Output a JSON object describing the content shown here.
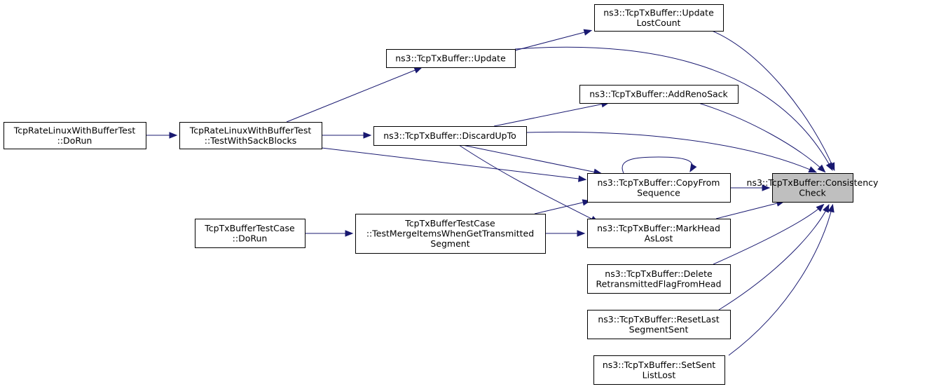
{
  "diagram": {
    "nodes": {
      "consistency": {
        "lines": [
          "ns3::TcpTxBuffer::Consistency",
          "Check"
        ]
      },
      "updatelost": {
        "lines": [
          "ns3::TcpTxBuffer::Update",
          "LostCount"
        ]
      },
      "update": {
        "lines": [
          "ns3::TcpTxBuffer::Update"
        ]
      },
      "addreno": {
        "lines": [
          "ns3::TcpTxBuffer::AddRenoSack"
        ]
      },
      "discard": {
        "lines": [
          "ns3::TcpTxBuffer::DiscardUpTo"
        ]
      },
      "copyfrom": {
        "lines": [
          "ns3::TcpTxBuffer::CopyFrom",
          "Sequence"
        ]
      },
      "markhead": {
        "lines": [
          "ns3::TcpTxBuffer::MarkHead",
          "AsLost"
        ]
      },
      "deleteretx": {
        "lines": [
          "ns3::TcpTxBuffer::Delete",
          "RetransmittedFlagFromHead"
        ]
      },
      "resetlast": {
        "lines": [
          "ns3::TcpTxBuffer::ResetLast",
          "SegmentSent"
        ]
      },
      "setsent": {
        "lines": [
          "ns3::TcpTxBuffer::SetSent",
          "ListLost"
        ]
      },
      "linuxdorun": {
        "lines": [
          "TcpRateLinuxWithBufferTest",
          "::DoRun"
        ]
      },
      "linuxsack": {
        "lines": [
          "TcpRateLinuxWithBufferTest",
          "::TestWithSackBlocks"
        ]
      },
      "txcasedorun": {
        "lines": [
          "TcpTxBufferTestCase",
          "::DoRun"
        ]
      },
      "txcasemerge": {
        "lines": [
          "TcpTxBufferTestCase",
          "::TestMergeItemsWhenGetTransmitted",
          "Segment"
        ]
      }
    },
    "edges": [
      [
        "updatelost",
        "consistency"
      ],
      [
        "update",
        "consistency"
      ],
      [
        "addreno",
        "consistency"
      ],
      [
        "discard",
        "consistency"
      ],
      [
        "copyfrom",
        "consistency"
      ],
      [
        "markhead",
        "consistency"
      ],
      [
        "deleteretx",
        "consistency"
      ],
      [
        "resetlast",
        "consistency"
      ],
      [
        "setsent",
        "consistency"
      ],
      [
        "update",
        "updatelost"
      ],
      [
        "linuxsack",
        "update"
      ],
      [
        "discard",
        "addreno"
      ],
      [
        "linuxsack",
        "discard"
      ],
      [
        "discard",
        "copyfrom"
      ],
      [
        "copyfrom",
        "copyfrom"
      ],
      [
        "linuxsack",
        "copyfrom"
      ],
      [
        "txcasemerge",
        "copyfrom"
      ],
      [
        "discard",
        "markhead"
      ],
      [
        "txcasemerge",
        "markhead"
      ],
      [
        "linuxdorun",
        "linuxsack"
      ],
      [
        "txcasedorun",
        "txcasemerge"
      ]
    ]
  },
  "colors": {
    "edge": "#191970",
    "highlight_fill": "#bfbfbf"
  }
}
